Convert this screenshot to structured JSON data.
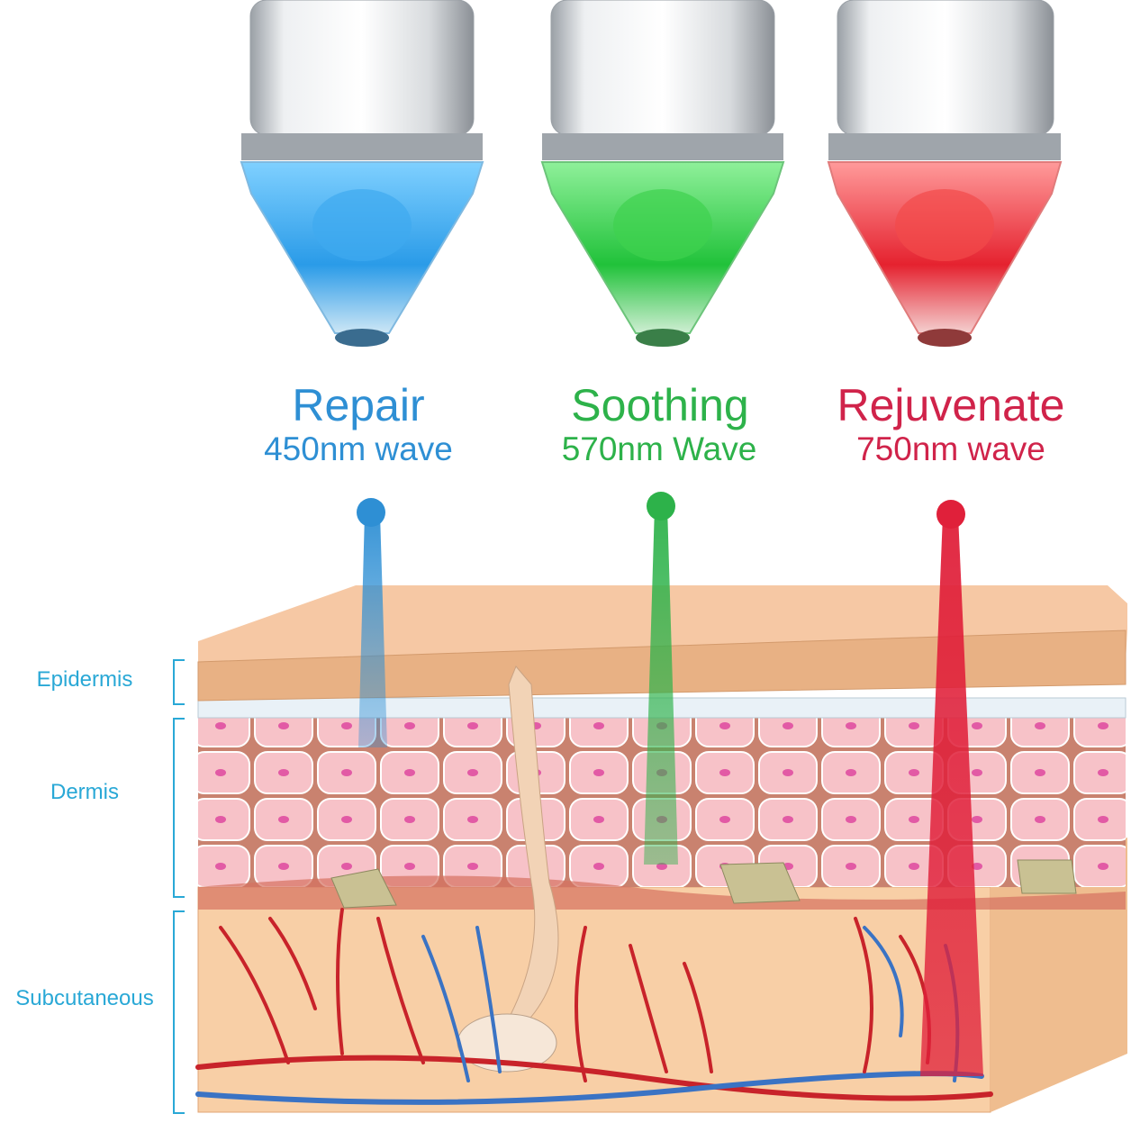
{
  "modes": [
    {
      "title": "Repair",
      "wave": "450nm wave",
      "color": "#2e8fd4",
      "tip": "blue-light-tip",
      "beam": "blue-beam"
    },
    {
      "title": "Soothing",
      "wave": "570nm Wave",
      "color": "#2db24a",
      "tip": "green-light-tip",
      "beam": "green-beam"
    },
    {
      "title": "Rejuvenate",
      "wave": "750nm wave",
      "color": "#d0234a",
      "tip": "red-light-tip",
      "beam": "red-beam"
    }
  ],
  "layers": {
    "epidermis": "Epidermis",
    "dermis": "Dermis",
    "subcutaneous": "Subcutaneous"
  },
  "colors": {
    "label_cyan": "#29a8d6",
    "blue": "#2e8fd4",
    "green": "#2db24a",
    "red": "#d0234a",
    "epidermis": "#e8b184",
    "dermis": "#f6c1c6",
    "subcutaneous": "#f8cfa6"
  }
}
